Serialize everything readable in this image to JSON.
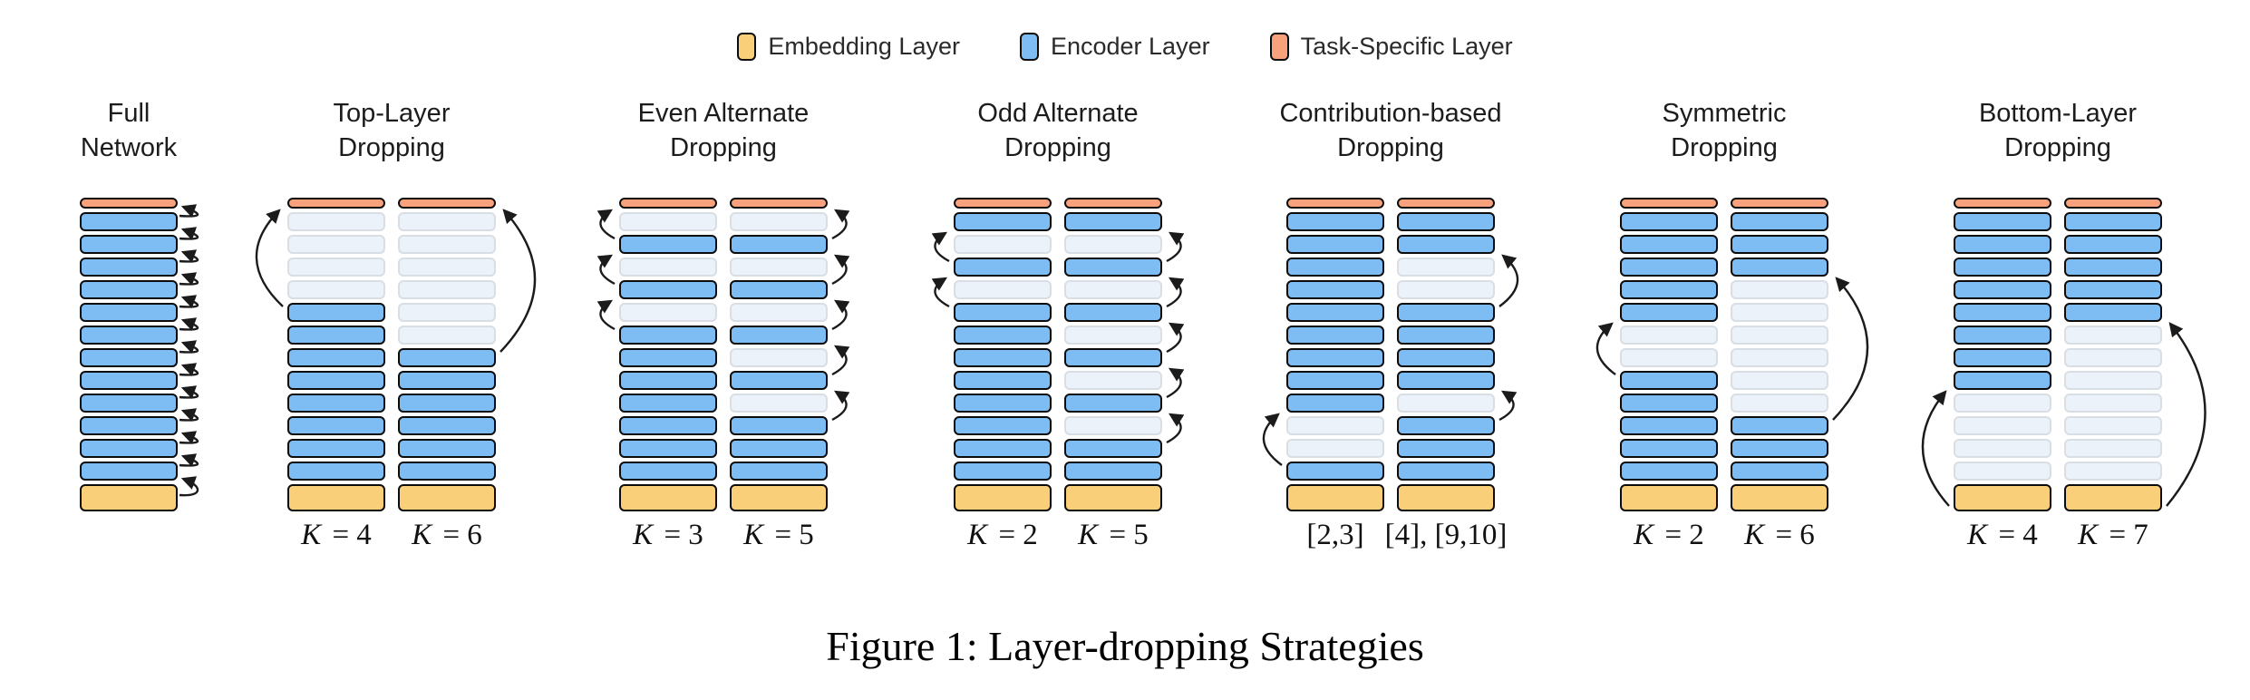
{
  "legend": {
    "items": [
      {
        "name": "embedding",
        "label": "Embedding Layer"
      },
      {
        "name": "encoder",
        "label": "Encoder Layer"
      },
      {
        "name": "task",
        "label": "Task-Specific Layer"
      }
    ]
  },
  "colors": {
    "encoder": "#7EBCF4",
    "embedding": "#FACF79",
    "task_specific": "#F7A27C",
    "dropped_fill": "#ECF2FA",
    "dropped_border": "#D9DEE5",
    "outline": "#0C0C0C",
    "arrow": "#1B1B1B"
  },
  "encoder_layers_per_stack": 12,
  "columns": [
    {
      "title_lines": [
        "Full",
        "Network"
      ],
      "stacks": [
        {
          "label": "",
          "dropped": [],
          "arrows": [
            {
              "type": "chain",
              "side": "right"
            }
          ]
        }
      ]
    },
    {
      "title_lines": [
        "Top-Layer",
        "Dropping"
      ],
      "stacks": [
        {
          "label": "K = 4",
          "dropped": [
            1,
            2,
            3,
            4
          ],
          "arrows": [
            {
              "side": "left",
              "from": 5,
              "to": 0
            }
          ]
        },
        {
          "label": "K = 6",
          "dropped": [
            1,
            2,
            3,
            4,
            5,
            6
          ],
          "arrows": [
            {
              "side": "right",
              "from": 7,
              "to": 0
            }
          ]
        }
      ]
    },
    {
      "title_lines": [
        "Even Alternate",
        "Dropping"
      ],
      "stacks": [
        {
          "label": "K = 3",
          "dropped": [
            1,
            3,
            5
          ],
          "arrows": [
            {
              "side": "left",
              "from": 2,
              "to": 0
            },
            {
              "side": "left",
              "from": 4,
              "to": 2
            },
            {
              "side": "left",
              "from": 6,
              "to": 4
            }
          ]
        },
        {
          "label": "K = 5",
          "dropped": [
            1,
            3,
            5,
            7,
            9
          ],
          "arrows": [
            {
              "side": "right",
              "from": 2,
              "to": 0
            },
            {
              "side": "right",
              "from": 4,
              "to": 2
            },
            {
              "side": "right",
              "from": 6,
              "to": 4
            },
            {
              "side": "right",
              "from": 8,
              "to": 6
            },
            {
              "side": "right",
              "from": 10,
              "to": 8
            }
          ]
        }
      ]
    },
    {
      "title_lines": [
        "Odd Alternate",
        "Dropping"
      ],
      "stacks": [
        {
          "label": "K = 2",
          "dropped": [
            2,
            4
          ],
          "arrows": [
            {
              "side": "left",
              "from": 3,
              "to": 1
            },
            {
              "side": "left",
              "from": 5,
              "to": 3
            }
          ]
        },
        {
          "label": "K = 5",
          "dropped": [
            2,
            4,
            6,
            8,
            10
          ],
          "arrows": [
            {
              "side": "right",
              "from": 3,
              "to": 1
            },
            {
              "side": "right",
              "from": 5,
              "to": 3
            },
            {
              "side": "right",
              "from": 7,
              "to": 5
            },
            {
              "side": "right",
              "from": 9,
              "to": 7
            },
            {
              "side": "right",
              "from": 11,
              "to": 9
            }
          ]
        }
      ]
    },
    {
      "title_lines": [
        "Contribution-based",
        "Dropping"
      ],
      "stacks": [
        {
          "label": "[2,3]",
          "dropped": [
            10,
            11
          ],
          "arrows": [
            {
              "side": "left",
              "from": 12,
              "to": 9
            }
          ]
        },
        {
          "label": "[4], [9,10]",
          "dropped": [
            3,
            4,
            9
          ],
          "arrows": [
            {
              "side": "right",
              "from": 5,
              "to": 2
            },
            {
              "side": "right",
              "from": 10,
              "to": 8
            }
          ]
        }
      ]
    },
    {
      "title_lines": [
        "Symmetric",
        "Dropping"
      ],
      "stacks": [
        {
          "label": "K = 2",
          "dropped": [
            6,
            7
          ],
          "arrows": [
            {
              "side": "left",
              "from": 8,
              "to": 5
            }
          ]
        },
        {
          "label": "K = 6",
          "dropped": [
            4,
            5,
            6,
            7,
            8,
            9
          ],
          "arrows": [
            {
              "side": "right",
              "from": 10,
              "to": 3
            }
          ]
        }
      ]
    },
    {
      "title_lines": [
        "Bottom-Layer",
        "Dropping"
      ],
      "stacks": [
        {
          "label": "K = 4",
          "dropped": [
            9,
            10,
            11,
            12
          ],
          "arrows": [
            {
              "side": "left",
              "from": 13,
              "to": 8
            }
          ]
        },
        {
          "label": "K = 7",
          "dropped": [
            6,
            7,
            8,
            9,
            10,
            11,
            12
          ],
          "arrows": [
            {
              "side": "right",
              "from": 13,
              "to": 5
            }
          ]
        }
      ]
    }
  ],
  "caption": "Figure 1: Layer-dropping Strategies"
}
